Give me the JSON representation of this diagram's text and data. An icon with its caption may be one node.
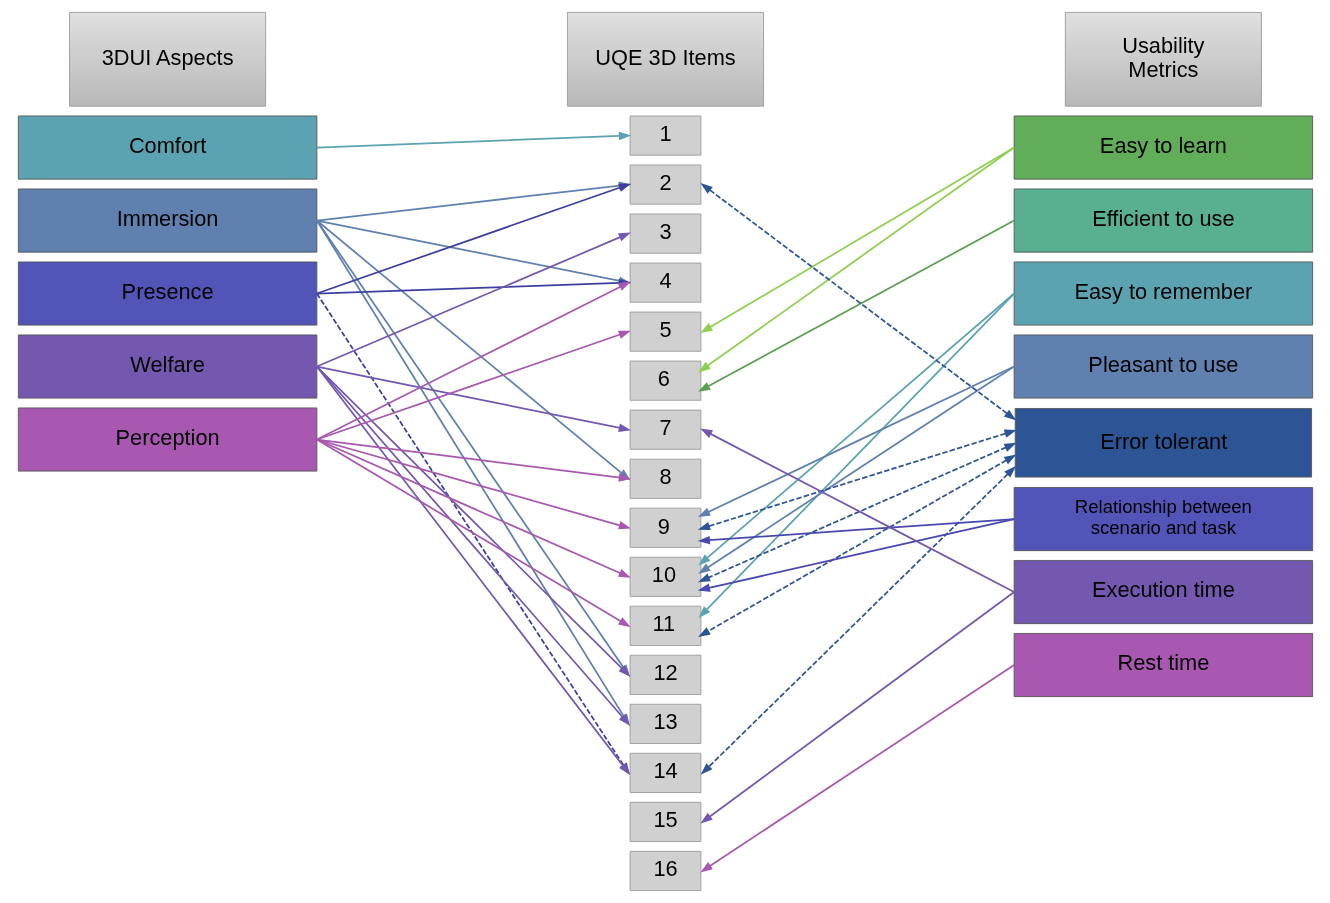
{
  "diagram": {
    "nodes": [
      {
        "text": [
          "3DUI Aspects"
        ]
      },
      {
        "text": [
          "UQE 3D Items"
        ]
      },
      {
        "text": [
          "Usability Metrics"
        ]
      },
      {
        "text": [
          "Comfort"
        ]
      },
      {
        "text": [
          "Immersion"
        ]
      },
      {
        "text": [
          "Presence"
        ]
      },
      {
        "text": [
          "Welfare"
        ]
      },
      {
        "text": [
          "Perception"
        ]
      },
      {
        "text": [
          "1"
        ]
      },
      {
        "text": [
          "2"
        ]
      },
      {
        "text": [
          "3"
        ]
      },
      {
        "text": [
          "4"
        ]
      },
      {
        "text": [
          "5"
        ]
      },
      {
        "text": [
          "6"
        ]
      },
      {
        "text": [
          "7"
        ]
      },
      {
        "text": [
          "8"
        ]
      },
      {
        "text": [
          "9"
        ]
      },
      {
        "text": [
          "10"
        ]
      },
      {
        "text": [
          "11"
        ]
      },
      {
        "text": [
          "12"
        ]
      },
      {
        "text": [
          "13"
        ]
      },
      {
        "text": [
          "14"
        ]
      },
      {
        "text": [
          "15"
        ]
      },
      {
        "text": [
          "16"
        ]
      },
      {
        "text": [
          "Easy to learn"
        ]
      },
      {
        "text": [
          "Efficient to use"
        ]
      },
      {
        "text": [
          "Easy to remember"
        ]
      },
      {
        "text": [
          "Pleasant to use"
        ]
      },
      {
        "text": [
          "Error tolerant"
        ]
      },
      {
        "text": [
          "Relationship between scenario and task"
        ]
      },
      {
        "text": [
          "Execution time"
        ]
      },
      {
        "text": [
          "Rest time"
        ]
      }
    ],
    "edges": [
      {
        "from": 3,
        "to": 8,
        "arrow": "to",
        "color": "#5ba3b0"
      },
      {
        "from": 4,
        "to": 9,
        "arrow": "to",
        "color": "#6080b0"
      },
      {
        "from": 4,
        "to": 11,
        "arrow": "to",
        "color": "#6080b0"
      },
      {
        "from": 4,
        "to": 15,
        "arrow": "to",
        "color": "#6080b0"
      },
      {
        "from": 4,
        "to": 19,
        "arrow": "to",
        "color": "#6080b0"
      },
      {
        "from": 4,
        "to": 20,
        "arrow": "to",
        "color": "#6080b0"
      },
      {
        "from": 5,
        "to": 9,
        "arrow": "to",
        "color": "#3d3fa0"
      },
      {
        "from": 5,
        "to": 11,
        "arrow": "to",
        "color": "#3d3fa0"
      },
      {
        "from": 5,
        "to": 21,
        "arrow": "to",
        "style": "dashed",
        "color": "#3d3fa0"
      },
      {
        "from": 6,
        "to": 10,
        "arrow": "to",
        "color": "#7458b0"
      },
      {
        "from": 6,
        "to": 14,
        "arrow": "to",
        "color": "#7458b0"
      },
      {
        "from": 6,
        "to": 19,
        "arrow": "to",
        "color": "#7458b0"
      },
      {
        "from": 6,
        "to": 20,
        "arrow": "to",
        "color": "#7458b0"
      },
      {
        "from": 6,
        "to": 21,
        "arrow": "to",
        "color": "#7458b0"
      },
      {
        "from": 7,
        "to": 11,
        "arrow": "to",
        "color": "#a858b0"
      },
      {
        "from": 7,
        "to": 12,
        "arrow": "to",
        "color": "#a858b0"
      },
      {
        "from": 7,
        "to": 15,
        "arrow": "to",
        "color": "#a858b0"
      },
      {
        "from": 7,
        "to": 16,
        "arrow": "to",
        "color": "#a858b0"
      },
      {
        "from": 7,
        "to": 17,
        "arrow": "to",
        "color": "#a858b0"
      },
      {
        "from": 7,
        "to": 18,
        "arrow": "to",
        "color": "#a858b0"
      },
      {
        "from": 24,
        "to": 12,
        "arrow": "to",
        "color": "#8fd050"
      },
      {
        "from": 24,
        "to": 13,
        "arrow": "to",
        "color": "#8fd050"
      },
      {
        "from": 25,
        "to": 13,
        "arrow": "to",
        "color": "#5aa050"
      },
      {
        "from": 26,
        "to": 17,
        "arrow": "to",
        "color": "#5ba3b0"
      },
      {
        "from": 26,
        "to": 18,
        "arrow": "to",
        "color": "#5ba3b0"
      },
      {
        "from": 27,
        "to": 16,
        "arrow": "to",
        "color": "#6080b0"
      },
      {
        "from": 27,
        "to": 17,
        "arrow": "to",
        "color": "#6080b0"
      },
      {
        "from": 28,
        "to": 9,
        "arrow": "both",
        "style": "dashed",
        "color": "#2d5596"
      },
      {
        "from": 28,
        "to": 16,
        "arrow": "both",
        "style": "dashed",
        "color": "#2d5596"
      },
      {
        "from": 28,
        "to": 17,
        "arrow": "both",
        "style": "dashed",
        "color": "#2d5596"
      },
      {
        "from": 28,
        "to": 18,
        "arrow": "both",
        "style": "dashed",
        "color": "#2d5596"
      },
      {
        "from": 28,
        "to": 21,
        "arrow": "both",
        "style": "dashed",
        "color": "#2d5596"
      },
      {
        "from": 29,
        "to": 16,
        "arrow": "to",
        "color": "#4848b0"
      },
      {
        "from": 29,
        "to": 17,
        "arrow": "to",
        "color": "#4848b0"
      },
      {
        "from": 30,
        "to": 14,
        "arrow": "to",
        "color": "#7458b0"
      },
      {
        "from": 30,
        "to": 22,
        "arrow": "to",
        "color": "#7458b0"
      },
      {
        "from": 31,
        "to": 23,
        "arrow": "to",
        "color": "#a858b0"
      }
    ]
  }
}
